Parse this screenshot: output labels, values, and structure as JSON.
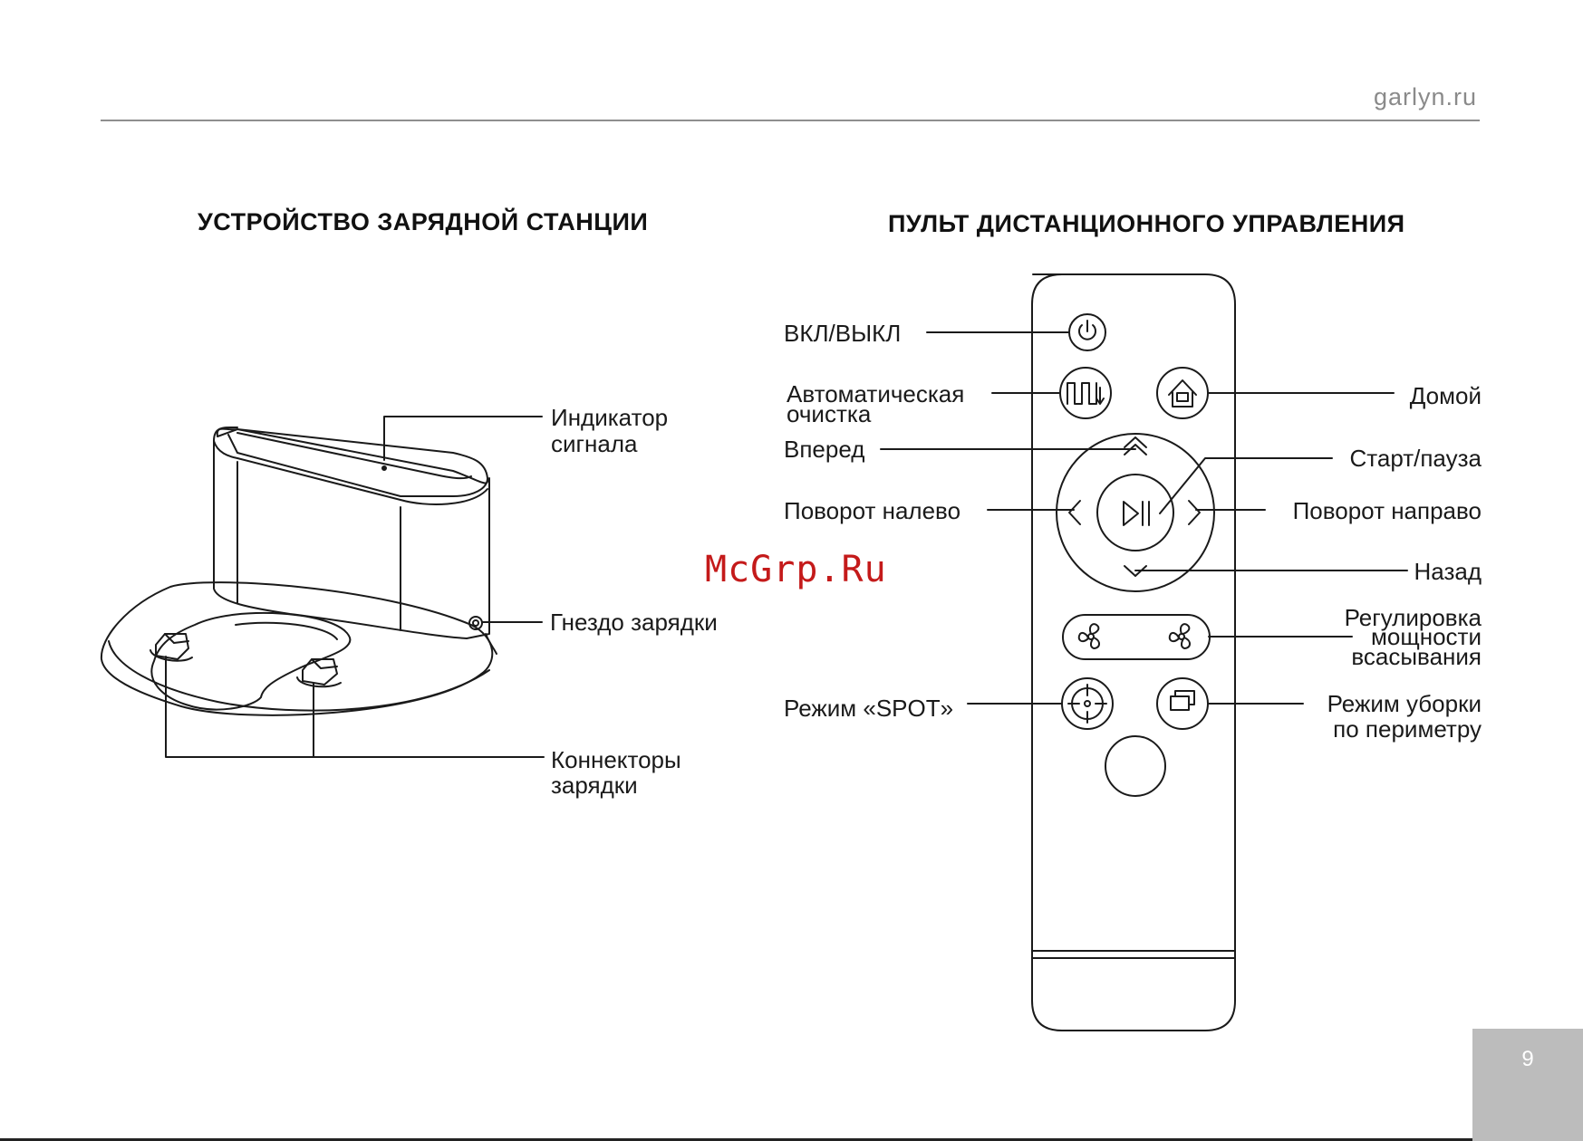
{
  "header": {
    "site": "garlyn.ru"
  },
  "station": {
    "title": "УСТРОЙСТВО ЗАРЯДНОЙ СТАНЦИИ",
    "labels": {
      "indicator": [
        "Индикатор",
        "сигнала"
      ],
      "socket": "Гнездо зарядки",
      "connectors": [
        "Коннекторы",
        "зарядки"
      ]
    }
  },
  "remote": {
    "title": "ПУЛЬТ ДИСТАНЦИОННОГО УПРАВЛЕНИЯ",
    "labels": {
      "power": "ВКЛ/ВЫКЛ",
      "auto": [
        "Автоматическая",
        "очистка"
      ],
      "home": "Домой",
      "forward": "Вперед",
      "start_pause": "Старт/пауза",
      "left": "Поворот налево",
      "right": "Поворот направо",
      "back": "Назад",
      "suction": [
        "Регулировка",
        "мощности",
        "всасывания"
      ],
      "spot": "Режим «SPOT»",
      "edge": [
        "Режим уборки",
        "по периметру"
      ]
    }
  },
  "watermark": "McGrp.Ru",
  "page": {
    "number": "9"
  },
  "colors": {
    "watermark": "#c41a1a",
    "page_tab": "#bcbcbc",
    "rule": "#8f8f8f"
  }
}
